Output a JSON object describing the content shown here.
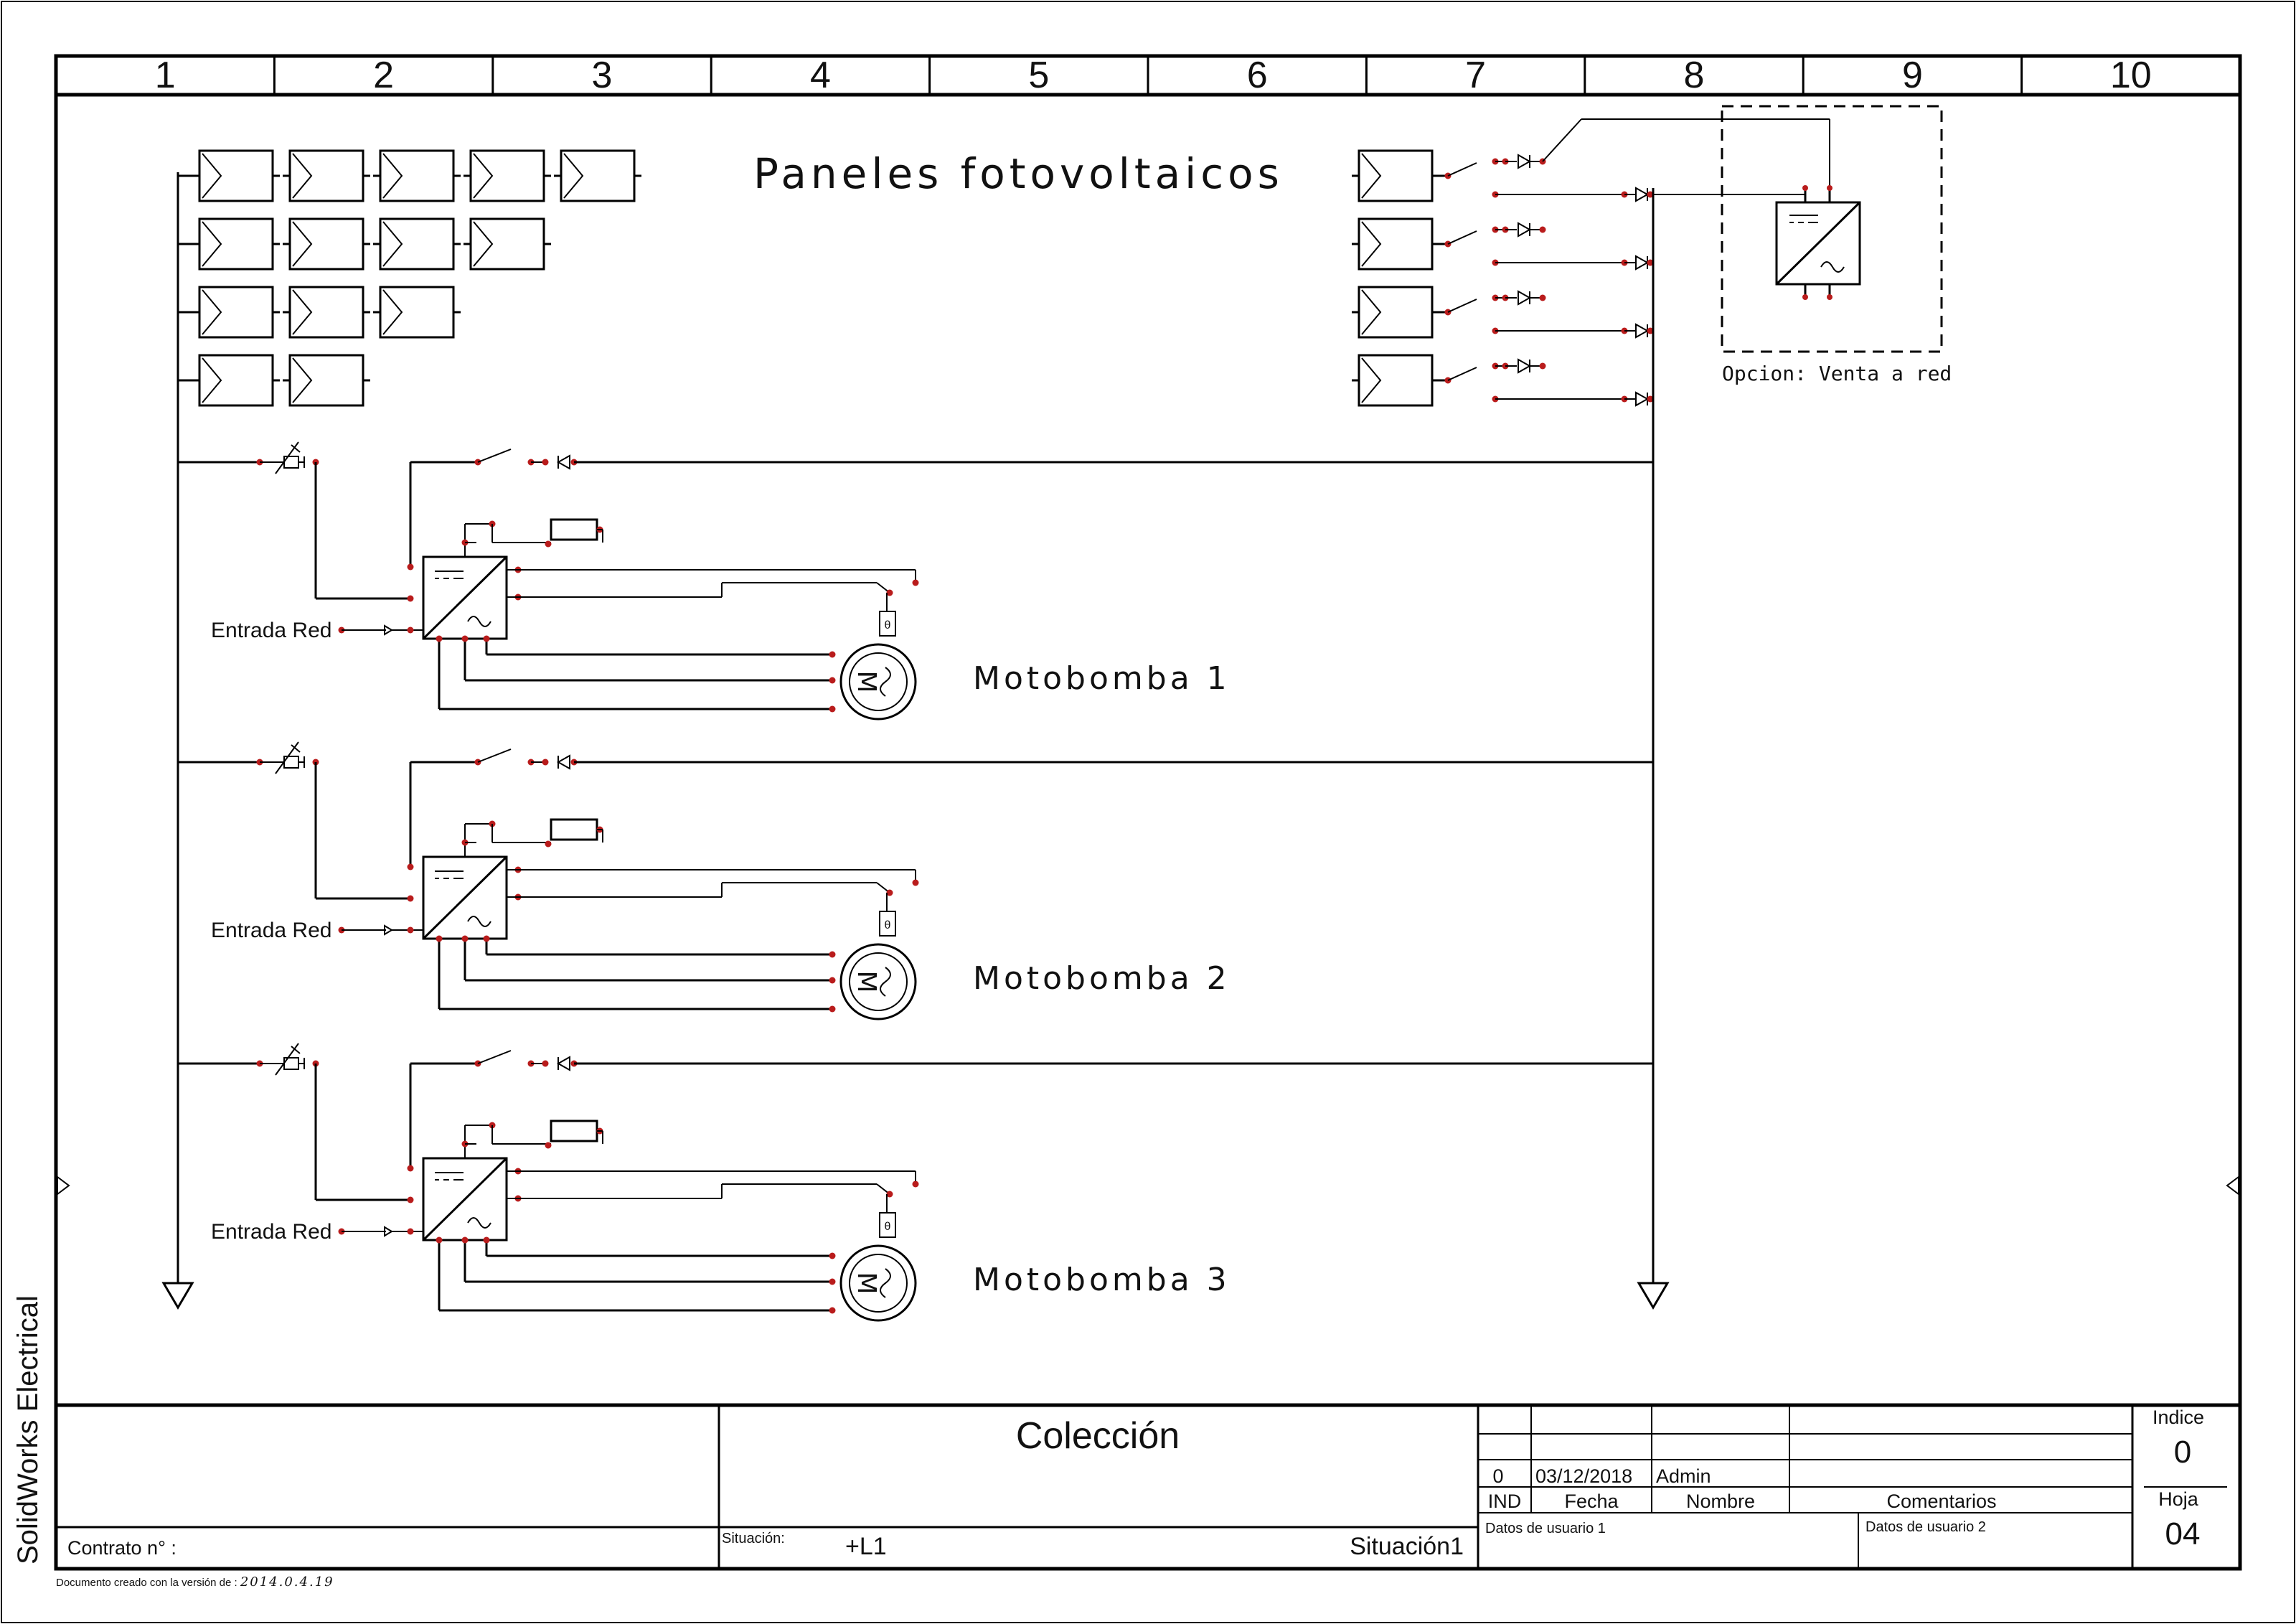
{
  "sheet": {
    "grid_columns": [
      "1",
      "2",
      "3",
      "4",
      "5",
      "6",
      "7",
      "8",
      "9",
      "10"
    ],
    "software_label": "SolidWorks Electrical",
    "version_note_prefix": "Documento creado con la versión de :",
    "version_number": "2014.0.4.19"
  },
  "diagram": {
    "panels_title": "Paneles fotovoltaicos",
    "grid_sale_option_label": "Opcion: Venta a red",
    "mains_input_label": "Entrada Red",
    "motor_letter": "M",
    "thermal_symbol": "θ",
    "pumps": [
      {
        "label": "Motobomba 1"
      },
      {
        "label": "Motobomba 2"
      },
      {
        "label": "Motobomba 3"
      }
    ]
  },
  "title_block": {
    "contract_label": "Contrato n° :",
    "collection_title": "Colección",
    "situation_label": "Situación:",
    "situation_code": "+L1",
    "situation_name": "Situación1",
    "revision_row": {
      "ind": "0",
      "date": "03/12/2018",
      "name": "Admin"
    },
    "header_ind": "IND",
    "header_date": "Fecha",
    "header_name": "Nombre",
    "header_comments": "Comentarios",
    "user_data_1": "Datos de usuario 1",
    "user_data_2": "Datos de usuario 2",
    "index_label": "Indice",
    "index_value": "0",
    "sheet_label": "Hoja",
    "sheet_value": "04"
  },
  "colors": {
    "line": "#000000",
    "connection_dot": "#b91c1c",
    "background": "#ffffff"
  }
}
